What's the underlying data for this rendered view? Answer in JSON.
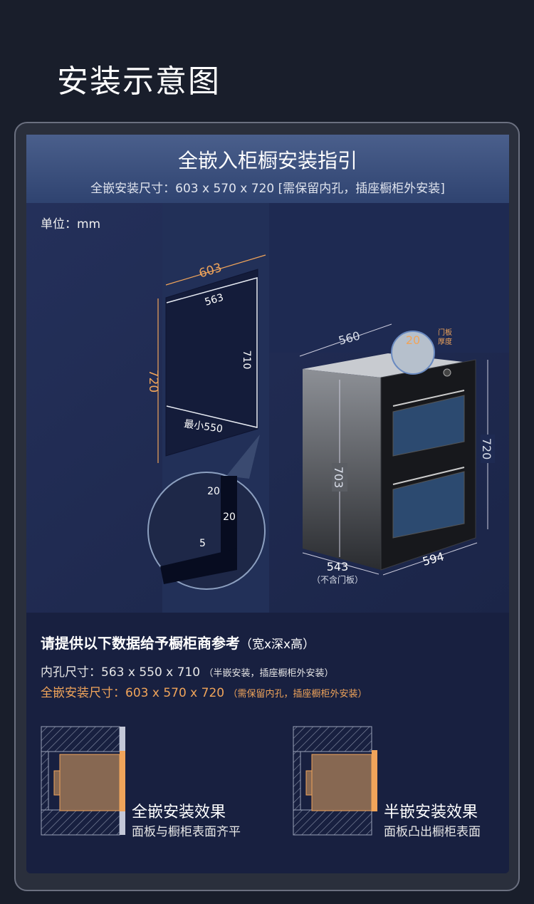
{
  "page_title": "安装示意图",
  "header": {
    "title": "全嵌入柜橱安装指引",
    "subtitle": "全嵌安装尺寸：603 x 570 x 720 [需保留内孔，插座橱柜外安装]"
  },
  "unit_label": "单位：mm",
  "cabinet_diagram": {
    "outer_width": "603",
    "inner_width": "563",
    "outer_height": "720",
    "inner_height": "710",
    "min_depth": "最小550",
    "detail_gap_1": "20",
    "detail_gap_2": "20",
    "detail_gap_3": "5"
  },
  "oven_diagram": {
    "top_depth": "560",
    "door_thickness": "20",
    "door_label_1": "门板",
    "door_label_2": "厚度",
    "height_body": "703",
    "height_total": "720",
    "depth": "543",
    "depth_note": "（不含门板）",
    "width": "594"
  },
  "requirements": {
    "title": "请提供以下数据给予橱柜商参考",
    "title_note": "（宽x深x高）",
    "inner_label": "内孔尺寸：563 x 550 x 710",
    "inner_note": "（半嵌安装，插座橱柜外安装）",
    "full_label": "全嵌安装尺寸：603 x 570 x 720",
    "full_note": "（需保留内孔，插座橱柜外安装）"
  },
  "effects": [
    {
      "title": "全嵌安装效果",
      "subtitle": "面板与橱柜表面齐平"
    },
    {
      "title": "半嵌安装效果",
      "subtitle": "面板凸出橱柜表面"
    }
  ],
  "colors": {
    "accent": "#f0a45a",
    "panel": "#182040",
    "oven_brown": "#876852"
  }
}
